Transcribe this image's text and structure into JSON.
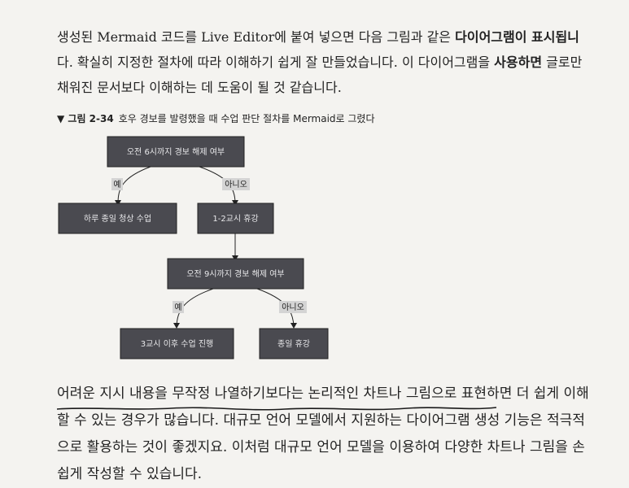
{
  "paragraph1": {
    "part1": "생성된 Mermaid 코드를 Live Editor에 붙여 넣으면 다음 그림과 같은 ",
    "bold1": "다이어그램이 표시됩니",
    "part2": "다. 확실히 지정한 절차에 따라 이해하기 쉽게 잘 만들었습니다. 이 다이어그램을 ",
    "bold2": "사용하면",
    "part3": " 글로만 채워진 문서보다 이해하는 데 도움이 될 것 같습니다."
  },
  "figure": {
    "label": "▼ 그림 2-34",
    "caption": "호우 경보를 발령했을 때 수업 판단 절차를 Mermaid로 그렸다",
    "nodes": {
      "n1": "오전 6시까지 경보 해제 여부",
      "n2": "하루 종일 청상 수업",
      "n3": "1-2교시 휴강",
      "n4": "오전 9시까지 경보 해제 여부",
      "n5": "3교시 이후 수업 진행",
      "n6": "종일 휴강"
    },
    "edge_labels": {
      "e1": "예",
      "e2": "아니오",
      "e3": "예",
      "e4": "아니오"
    }
  },
  "paragraph2": "어려운 지시 내용을 무작정 나열하기보다는 논리적인 차트나 그림으로 표현하면 더 쉽게 이해할 수 있는 경우가 많습니다. 대규모 언어 모델에서 지원하는 다이어그램 생성 기능은 적극적으로 활용하는 것이 좋겠지요. 이처럼 대규모 언어 모델을 이용하여 다양한 차트나 그림을 손쉽게 작성할 수 있습니다."
}
